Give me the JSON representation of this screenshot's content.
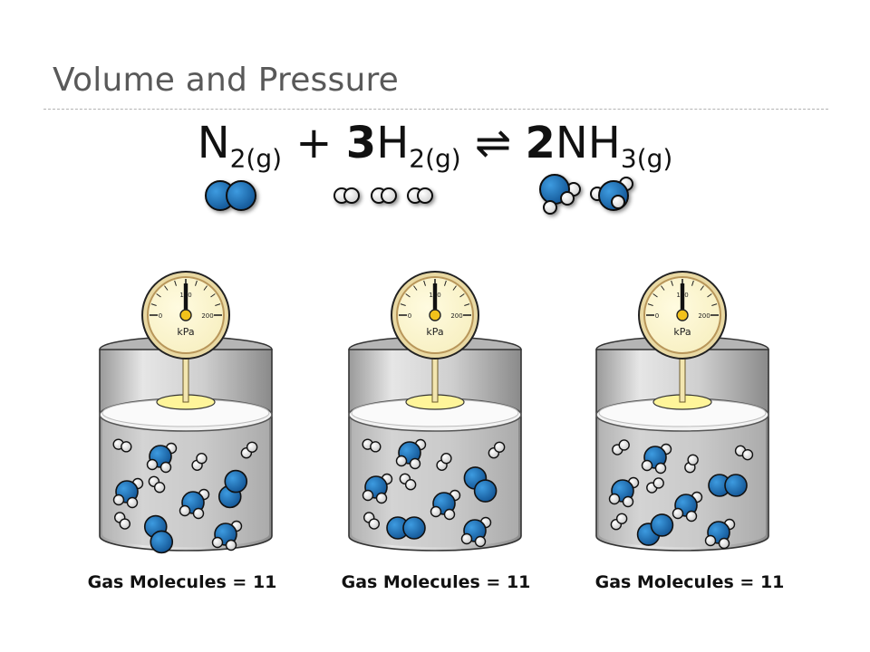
{
  "title": "Volume and Pressure",
  "equation": {
    "n2": "N",
    "n2_sub": "2(g)",
    "plus": "+",
    "h2_coef": "3",
    "h2": "H",
    "h2_sub": "2(g)",
    "arrow": "⇌",
    "nh3_coef": "2",
    "nh3": "NH",
    "nh3_sub": "3(g)"
  },
  "gauge": {
    "min_label": "0",
    "mid_label": "100",
    "max_label": "200",
    "unit": "kPa"
  },
  "containers": [
    {
      "caption": "Gas Molecules = 11"
    },
    {
      "caption": "Gas Molecules = 11"
    },
    {
      "caption": "Gas Molecules = 11"
    }
  ],
  "colors": {
    "nitrogen": "#1f78c1",
    "hydrogen": "#ffffff",
    "gauge_face": "#f7efc0",
    "gauge_rim": "#b8965a",
    "piston": "#fff59a",
    "glass": "#c9c9c9",
    "title": "#595959"
  }
}
